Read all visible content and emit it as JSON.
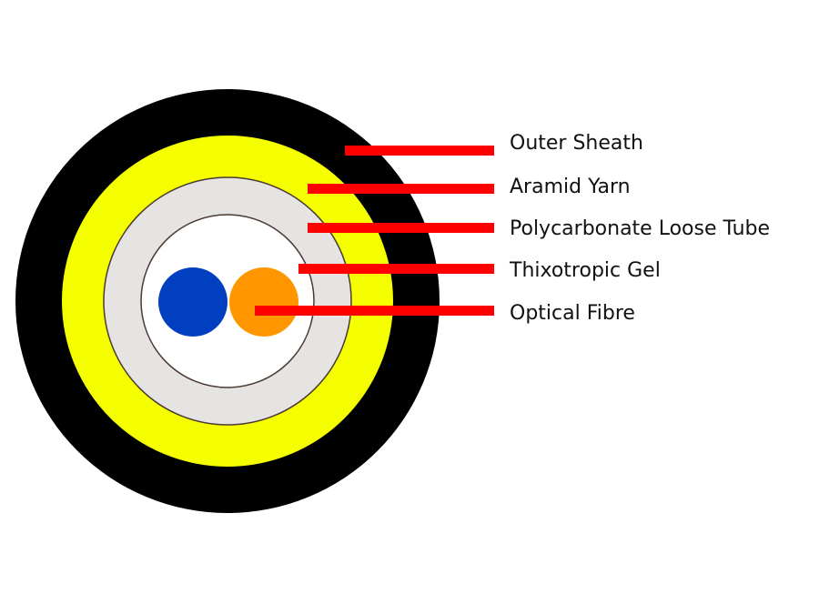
{
  "colors": {
    "outer_sheath": "#000000",
    "aramid_yarn": "#f5ff00",
    "loose_tube": "#e6e3e3",
    "tube_outline": "#4a3a32",
    "gel": "#ffffff",
    "fibre_blue": "#0040c0",
    "fibre_orange": "#ff9600",
    "leader": "#ff0000"
  },
  "labels": [
    {
      "text": "Outer Sheath"
    },
    {
      "text": "Aramid Yarn"
    },
    {
      "text": "Polycarbonate Loose Tube"
    },
    {
      "text": "Thixotropic Gel"
    },
    {
      "text": "Optical Fibre"
    }
  ]
}
